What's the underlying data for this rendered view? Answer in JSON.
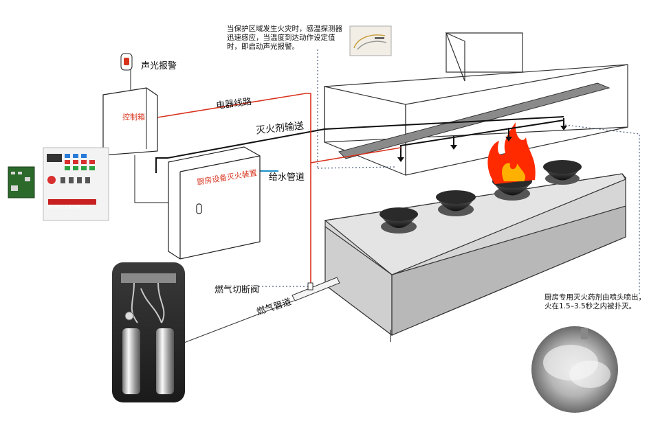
{
  "labels": {
    "alarm": "声光报警",
    "control_box": "控制箱",
    "electric_line": "电器线路",
    "agent_delivery": "灭火剂输送",
    "water_pipe": "给水管道",
    "gas_valve": "燃气切断阀",
    "gas_pipe": "燃气管道",
    "device_cabinet": "厨房设备灭火装置",
    "panel_title": "厨房设备灭火装置控制箱"
  },
  "notes": {
    "sensor_note": "当保护区域发生火灾时，感温探测器迅速感应，当温度到达动作设定值时，即启动声光报警。",
    "extinguish_note": "厨房专用灭火药剂由喷头喷出，火在1.5–3.5秒之内被扑灭。"
  },
  "colors": {
    "electric_line": "#d8331d",
    "water_pipe": "#1b8fc8",
    "flame": "#ff2a00",
    "stove_body": "#dcdcdc",
    "hood_plate": "#8a8a8a"
  }
}
